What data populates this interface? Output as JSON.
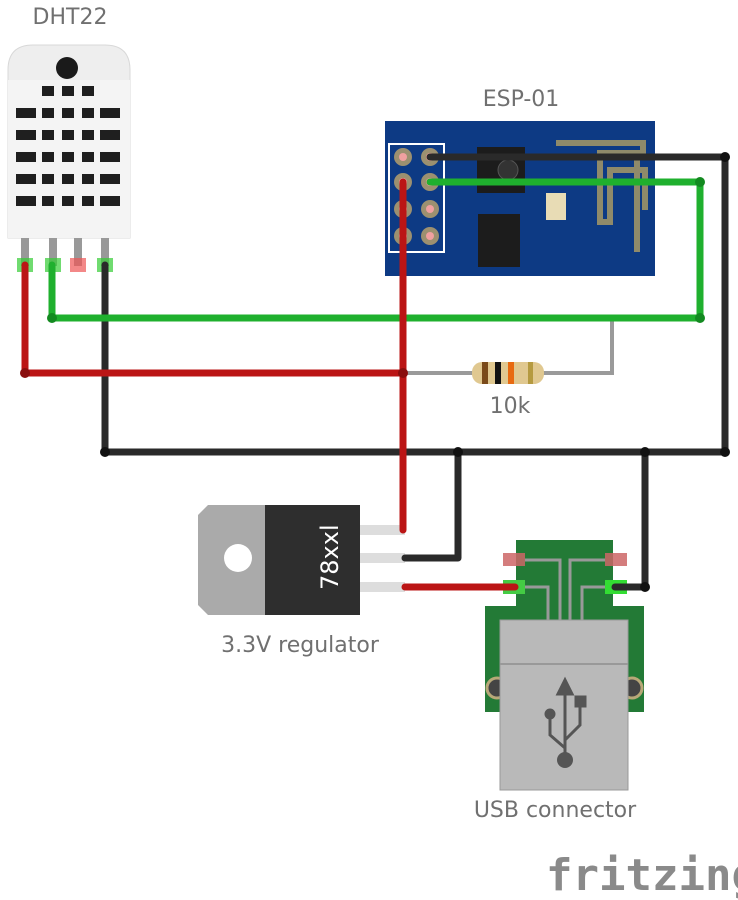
{
  "components": {
    "dht22": {
      "label": "DHT22"
    },
    "esp01": {
      "label": "ESP-01"
    },
    "resistor": {
      "label": "10k"
    },
    "regulator": {
      "label": "3.3V regulator",
      "chip_text": "78xxl"
    },
    "usb": {
      "label": "USB connector"
    }
  },
  "brand": "fritzing",
  "colors": {
    "wire_red": "#c81818",
    "wire_green": "#22c032",
    "wire_black": "#333333",
    "esp_board": "#0d3a84",
    "usb_pcb": "#237a36"
  }
}
